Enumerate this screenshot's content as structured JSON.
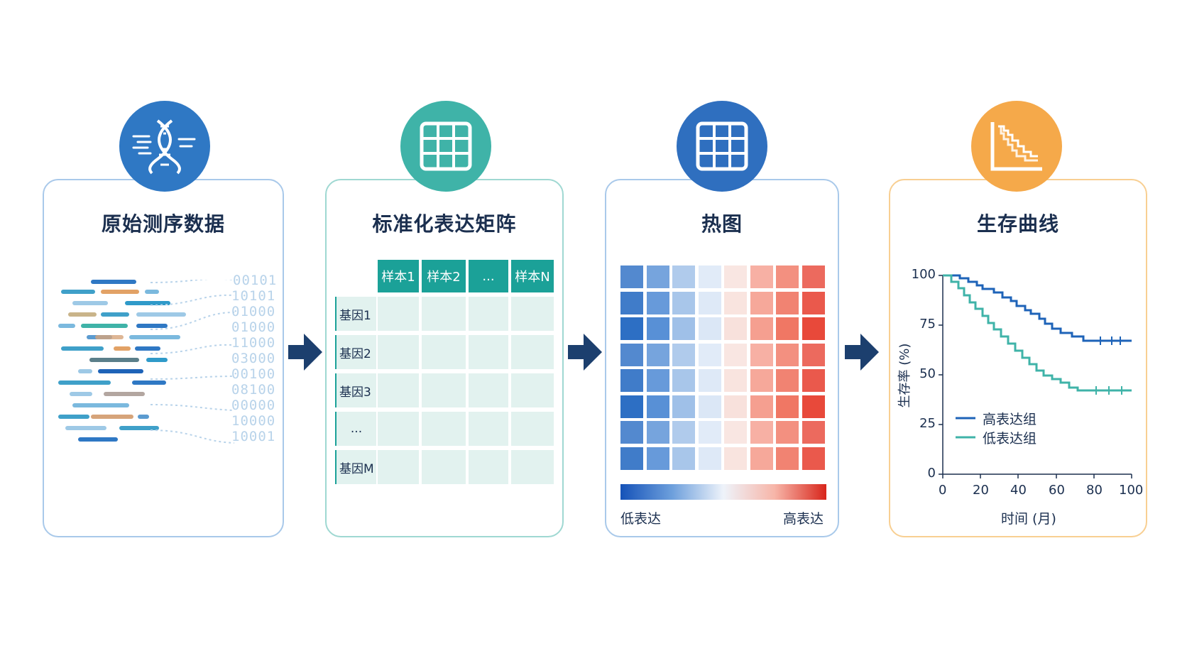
{
  "steps": [
    {
      "title": "原始测序数据",
      "icon": "dna-icon",
      "color": "#2f78c4",
      "border": "#a9c9ea"
    },
    {
      "title": "标准化表达矩阵",
      "icon": "grid-icon",
      "color": "#3fb3a8",
      "border": "#9fd8d2"
    },
    {
      "title": "热图",
      "icon": "grid-icon",
      "color": "#2f6fbf",
      "border": "#a9c9ea"
    },
    {
      "title": "生存曲线",
      "icon": "survival-chart-icon",
      "color": "#f5a94a",
      "border": "#f8cf92"
    }
  ],
  "raw_data": {
    "binary": [
      "00101",
      "10101",
      "01000",
      "01000",
      "11000",
      "03000",
      "00100",
      "08100",
      "00000",
      "10000",
      "10001"
    ]
  },
  "matrix": {
    "columns": [
      "样本1",
      "样本2",
      "...",
      "样本N"
    ],
    "rows": [
      "基因1",
      "基因2",
      "基因3",
      "...",
      "基因M"
    ],
    "header_color": "#1ba198",
    "cell_color": "#e2f2ef"
  },
  "heatmap": {
    "legend_low": "低表达",
    "legend_high": "高表达",
    "column_colors": [
      "#2d6fc4",
      "#5890d6",
      "#9fc0e8",
      "#dbe7f6",
      "#f8e1dc",
      "#f59f90",
      "#f07764",
      "#e8493a"
    ]
  },
  "survival": {
    "y_label": "生存率 (%)",
    "x_label": "时间 (月)",
    "y_ticks": [
      "100",
      "75",
      "50",
      "25",
      "0"
    ],
    "x_ticks": [
      "0",
      "20",
      "40",
      "60",
      "80",
      "100"
    ],
    "series": [
      {
        "name": "高表达组",
        "color": "#1e63b8"
      },
      {
        "name": "低表达组",
        "color": "#3fb3a8"
      }
    ]
  }
}
